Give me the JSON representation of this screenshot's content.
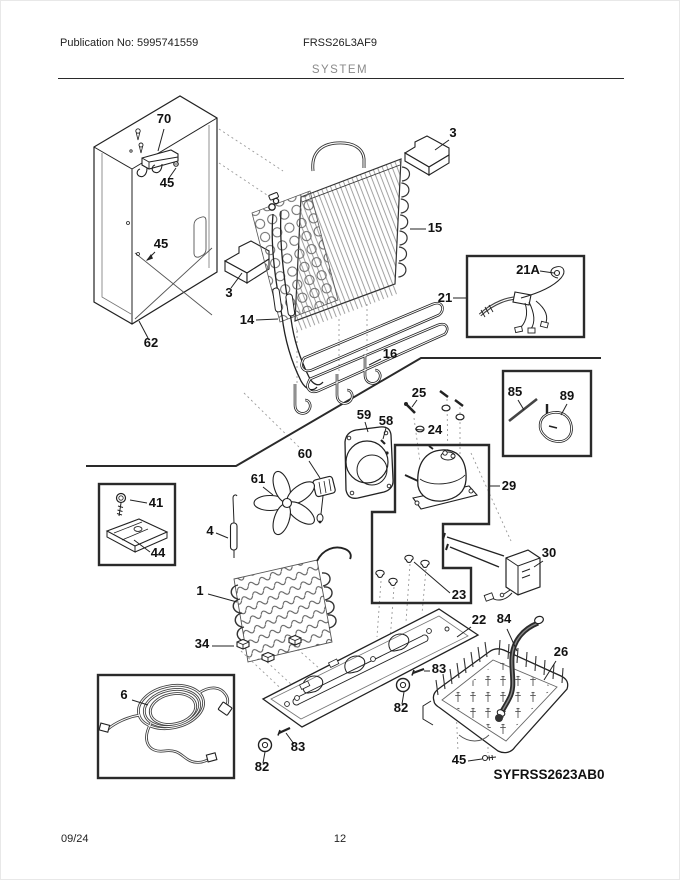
{
  "header": {
    "publication": "Publication No: 5995741559",
    "model": "FRSS26L3AF9",
    "section": "SYSTEM"
  },
  "footer": {
    "date": "09/24",
    "page": "12"
  },
  "diagram": {
    "assembly_code": "SYFRSS2623AB0",
    "callouts": {
      "c70": "70",
      "c45a": "45",
      "c45b": "45",
      "c62": "62",
      "c3a": "3",
      "c3b": "3",
      "c14": "14",
      "c15": "15",
      "c16": "16",
      "c21": "21",
      "c21a": "21A",
      "c25": "25",
      "c24": "24",
      "c59": "59",
      "c58": "58",
      "c60": "60",
      "c61": "61",
      "c85": "85",
      "c89": "89",
      "c29": "29",
      "c30": "30",
      "c23": "23",
      "c41": "41",
      "c44": "44",
      "c4": "4",
      "c1": "1",
      "c34": "34",
      "c6": "6",
      "c22": "22",
      "c84": "84",
      "c26": "26",
      "c83a": "83",
      "c82a": "82",
      "c83b": "83",
      "c82b": "82",
      "c45c": "45"
    }
  }
}
